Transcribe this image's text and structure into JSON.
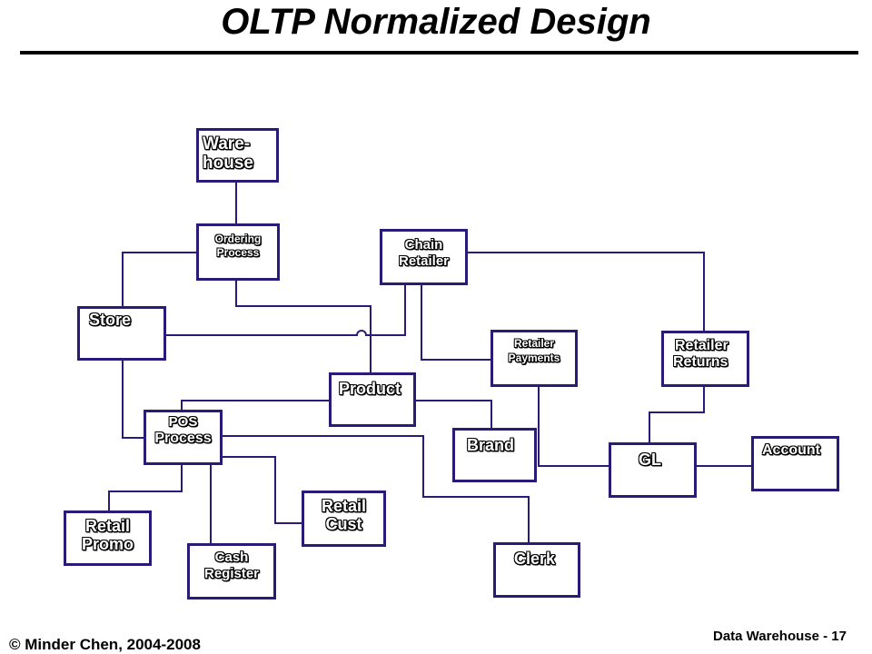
{
  "title": "OLTP Normalized Design",
  "footer": {
    "copyright": "© Minder Chen, 2004-2008",
    "slide_label": "Data Warehouse - 17"
  },
  "colors": {
    "box_border": "#2b1a78",
    "line": "#2b1a78"
  },
  "entities": {
    "warehouse": [
      "Ware-",
      "house"
    ],
    "ordering_process": [
      "Ordering",
      "Process"
    ],
    "chain_retailer": [
      "Chain",
      "Retailer"
    ],
    "store": [
      "Store"
    ],
    "retailer_payments": [
      "Retailer",
      "Payments"
    ],
    "retailer_returns": [
      "Retailer",
      "Returns"
    ],
    "product": [
      "Product"
    ],
    "pos_process": [
      "POS",
      "Process"
    ],
    "brand": [
      "Brand"
    ],
    "gl": [
      "GL"
    ],
    "account": [
      "Account"
    ],
    "retail_cust": [
      "Retail",
      "Cust"
    ],
    "retail_promo": [
      "Retail",
      "Promo"
    ],
    "cash_register": [
      "Cash",
      "Register"
    ],
    "clerk": [
      "Clerk"
    ]
  }
}
